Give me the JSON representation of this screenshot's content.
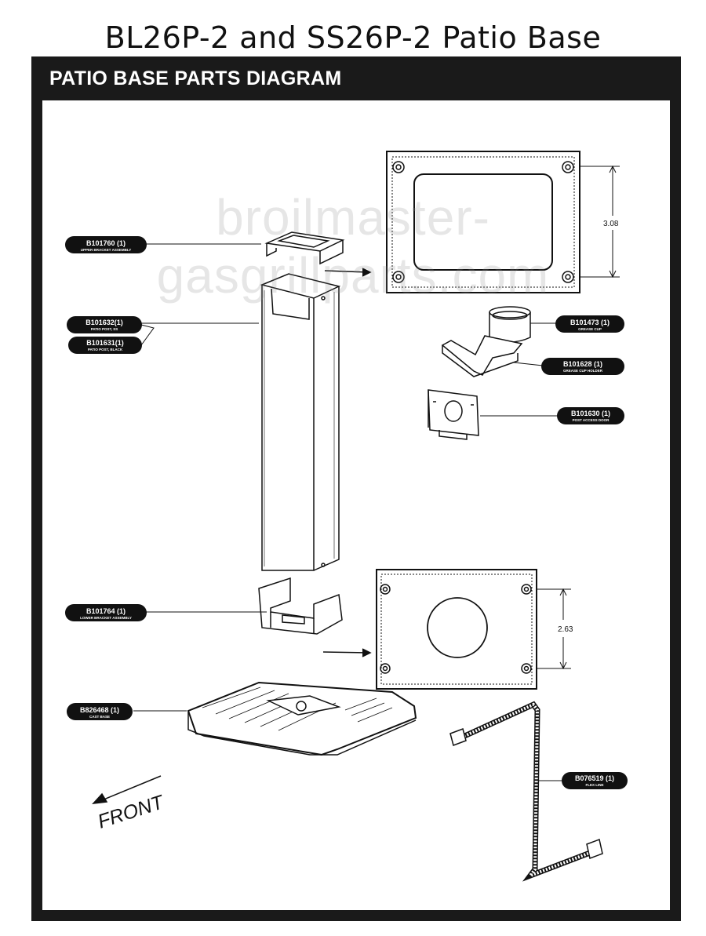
{
  "page": {
    "title": "BL26P-2 and SS26P-2  Patio Base"
  },
  "header": {
    "title": "PATIO BASE PARTS DIAGRAM"
  },
  "watermark": "broilmaster-gasgrillparts.com",
  "parts": [
    {
      "part_no": "B101760 (1)",
      "desc": "UPPER BRACKET ASSEMBLY"
    },
    {
      "part_no": "B101632(1)",
      "desc": "PATIO POST, SS"
    },
    {
      "part_no": "B101631(1)",
      "desc": "PATIO POST, BLACK"
    },
    {
      "part_no": "B101473 (1)",
      "desc": "GREASE CUP"
    },
    {
      "part_no": "B101628 (1)",
      "desc": "GREASE CUP HOLDER"
    },
    {
      "part_no": "B101630 (1)",
      "desc": "POST ACCESS DOOR"
    },
    {
      "part_no": "B101764 (1)",
      "desc": "LOWER BRACKET ASSEMBLY"
    },
    {
      "part_no": "B826468 (1)",
      "desc": "CAST BASE"
    },
    {
      "part_no": "B076519 (1)",
      "desc": "FLEX LINE"
    }
  ],
  "dimensions": {
    "upper": "3.08",
    "lower": "2.63"
  },
  "front_label": "FRONT"
}
